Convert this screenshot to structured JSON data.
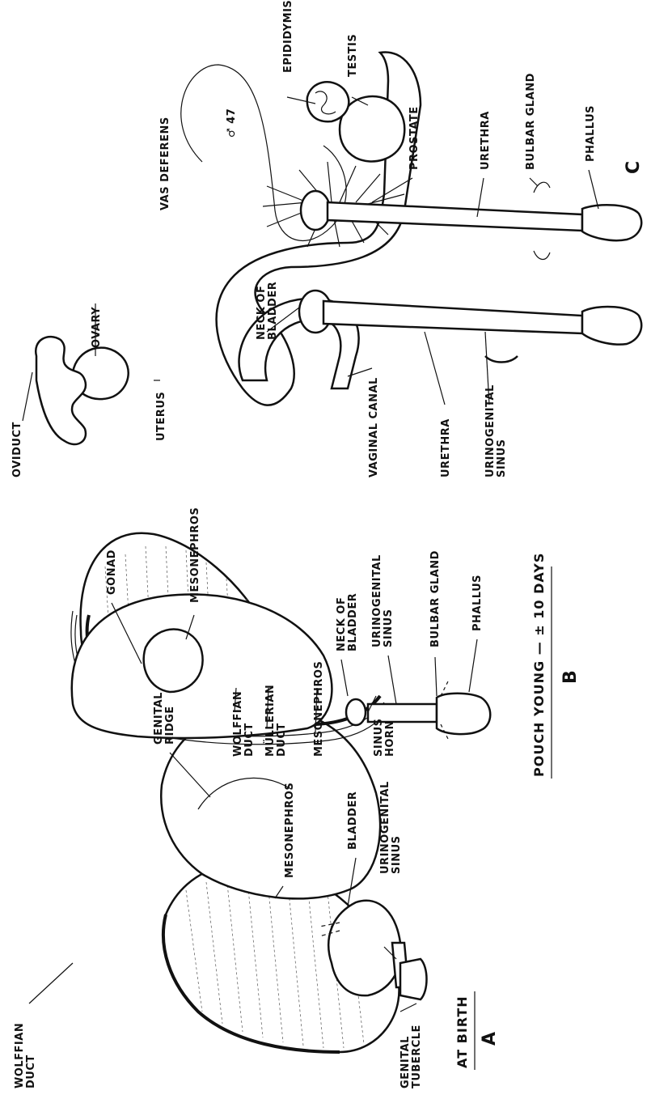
{
  "panel_a": {
    "title": "AT BIRTH",
    "letter": "A",
    "labels": {
      "wolffian_duct": [
        "WOLFFIAN",
        "DUCT"
      ],
      "genital_tubercle": [
        "GENITAL",
        "TUBERCLE"
      ],
      "urinogenital_sinus": [
        "URINOGENITAL",
        "SINUS"
      ],
      "bladder": "BLADDER",
      "mesonephros": "MESONEPHROS",
      "genital_ridge": [
        "GENITAL",
        "RIDGE"
      ]
    }
  },
  "panel_b": {
    "title": "POUCH YOUNG — ± 10 DAYS",
    "letter": "B",
    "labels": {
      "wolffian_duct": [
        "WOLFFIAN",
        "DUCT"
      ],
      "mullerian_duct": [
        "MÜLLERIAN",
        "DUCT"
      ],
      "mesonephros_lower": "MESONEPHROS",
      "sinus_horn": [
        "SINUS",
        "HORN"
      ],
      "gonad": "GONAD",
      "mesonephros_upper": "MESONEPHROS",
      "neck_of_bladder": [
        "NECK OF",
        "BLADDER"
      ],
      "urinogenital_sinus": [
        "URINOGENITAL",
        "SINUS"
      ],
      "bulbar_gland": "BULBAR GLAND",
      "phallus": "PHALLUS"
    }
  },
  "panel_female": {
    "labels": {
      "oviduct": "OVIDUCT",
      "uterus": "UTERUS",
      "ovary": "OVARY",
      "vaginal_canal": "VAGINAL CANAL",
      "urethra": "URETHRA",
      "neck_of_bladder": [
        "NECK OF",
        "BLADDER"
      ],
      "urinogenital_sinus": [
        "URINOGENITAL",
        "SINUS"
      ]
    }
  },
  "panel_c": {
    "letter": "C",
    "symbol": "♂ 47",
    "labels": {
      "vas_deferens": "VAS DEFERENS",
      "epididymis": "EPIDIDYMIS",
      "testis": "TESTIS",
      "prostate": "PROSTATE",
      "urethra": "URETHRA",
      "bulbar_gland": "BULBAR GLAND",
      "phallus": "PHALLUS"
    }
  }
}
